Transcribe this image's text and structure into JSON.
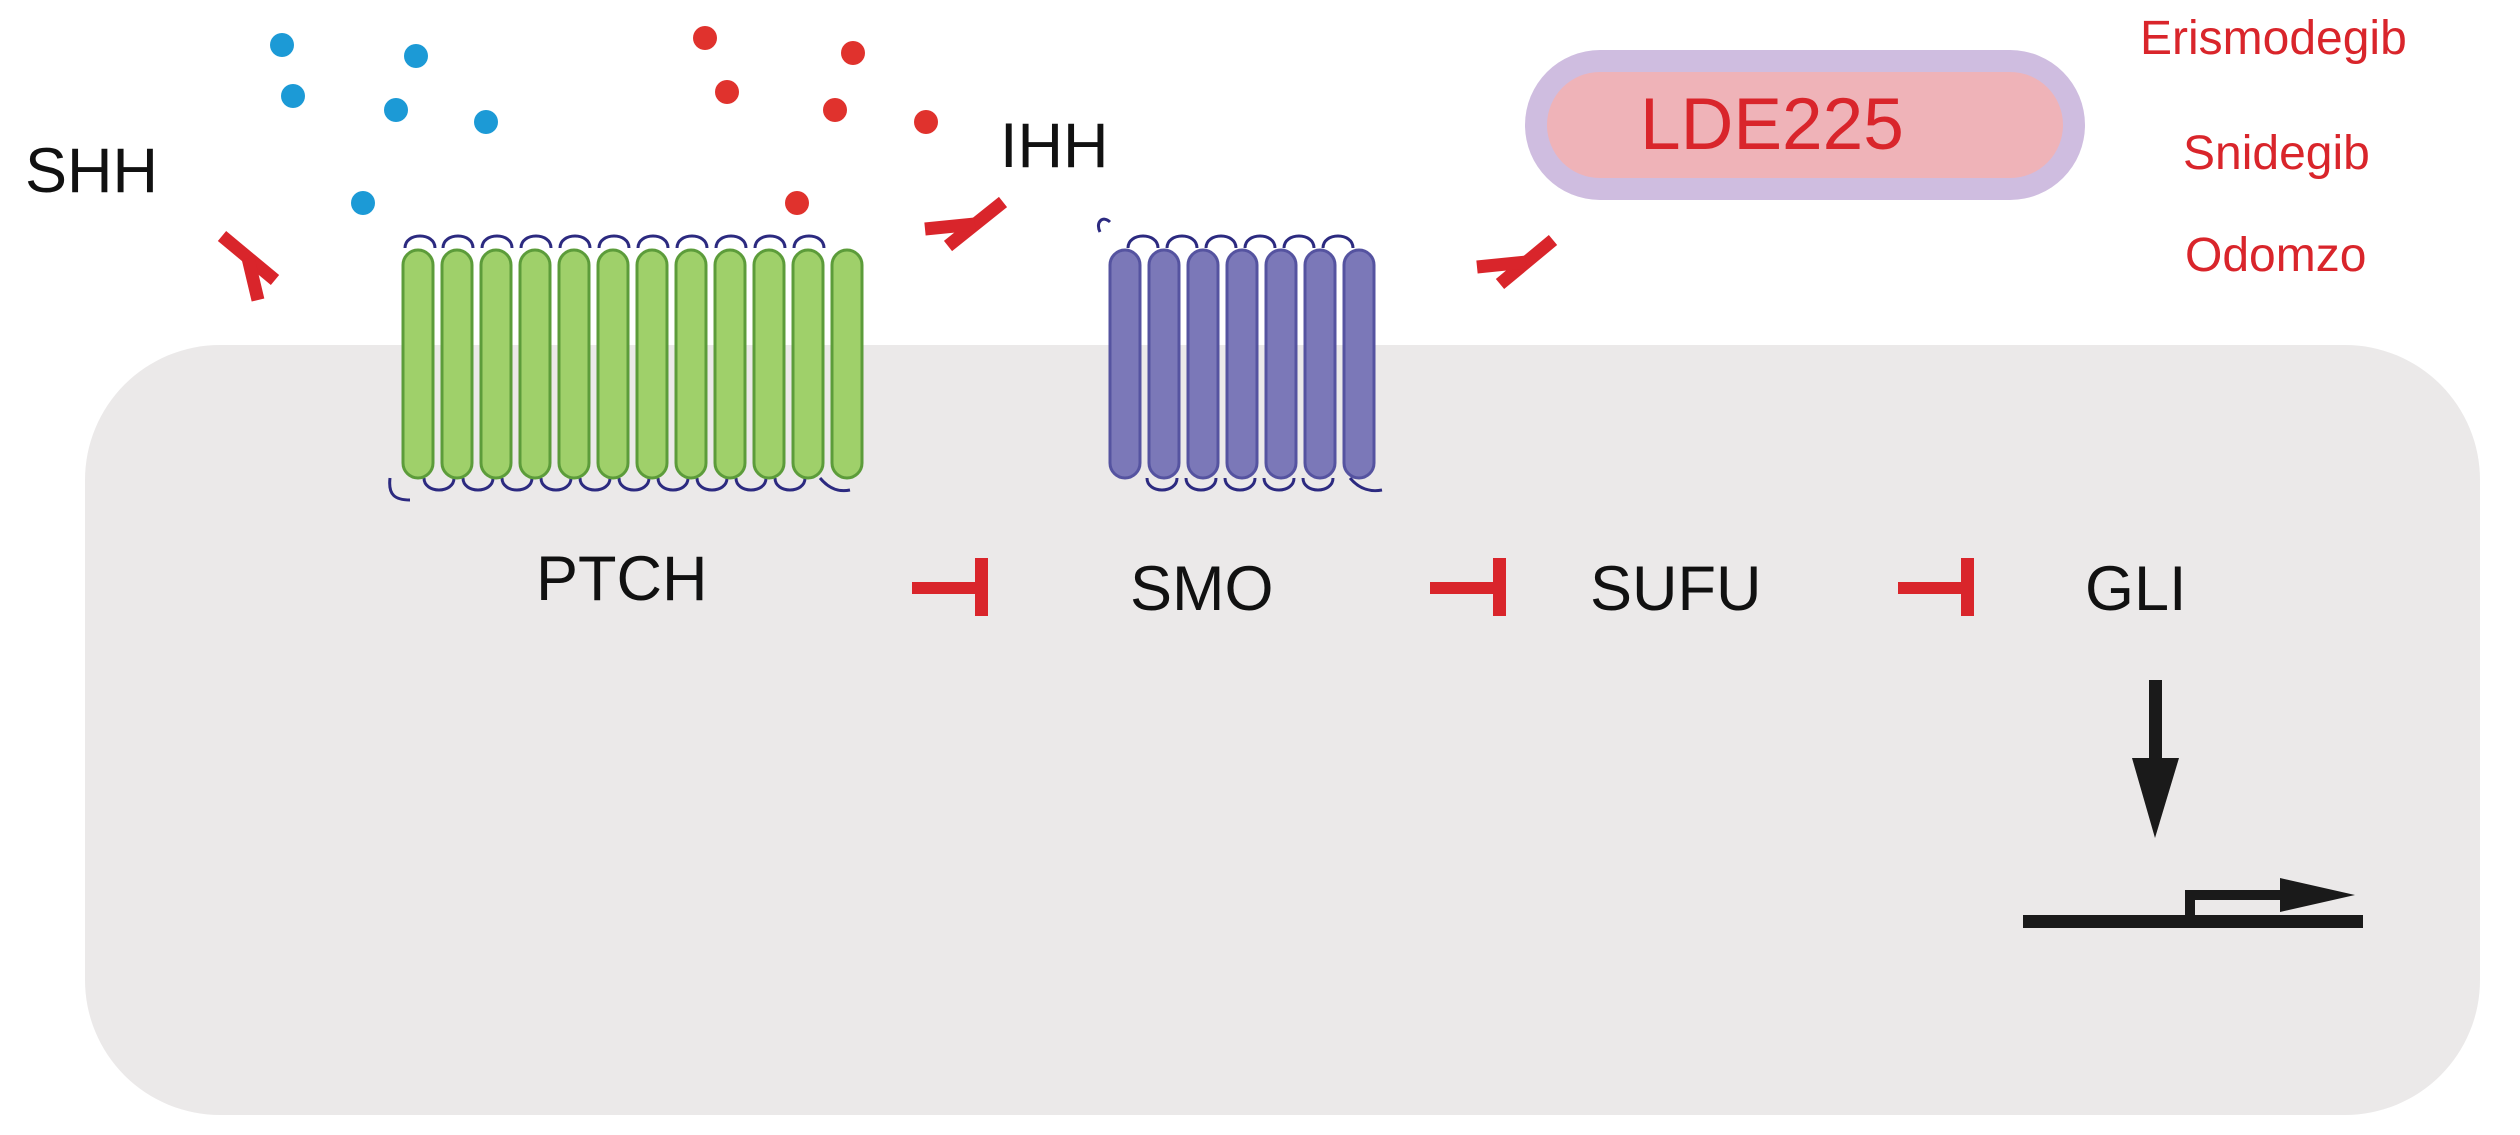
{
  "ligands": {
    "shh_label": "SHH",
    "ihh_label": "IHH",
    "shh_color": "#1c9ad6",
    "ihh_color": "#e0322d"
  },
  "inhibitor": {
    "name": "LDE225",
    "aliases": [
      "Erismodegib",
      "Snidegib",
      "Odomzo"
    ],
    "pill_outer_color": "#cfbde0",
    "pill_inner_color": "#efb3b8",
    "text_color": "#d9252b"
  },
  "pathway": {
    "nodes": [
      "PTCH",
      "SMO",
      "SUFU",
      "GLI"
    ],
    "inhibition_color": "#d9252b"
  },
  "receptors": {
    "ptch_color": "#9fd06a",
    "smo_color": "#7b78b8",
    "loop_color": "#2c2a80"
  },
  "cell": {
    "fill_color": "#ebe9e9"
  },
  "output": {
    "icon": "gene-transcription-arrow-icon"
  }
}
